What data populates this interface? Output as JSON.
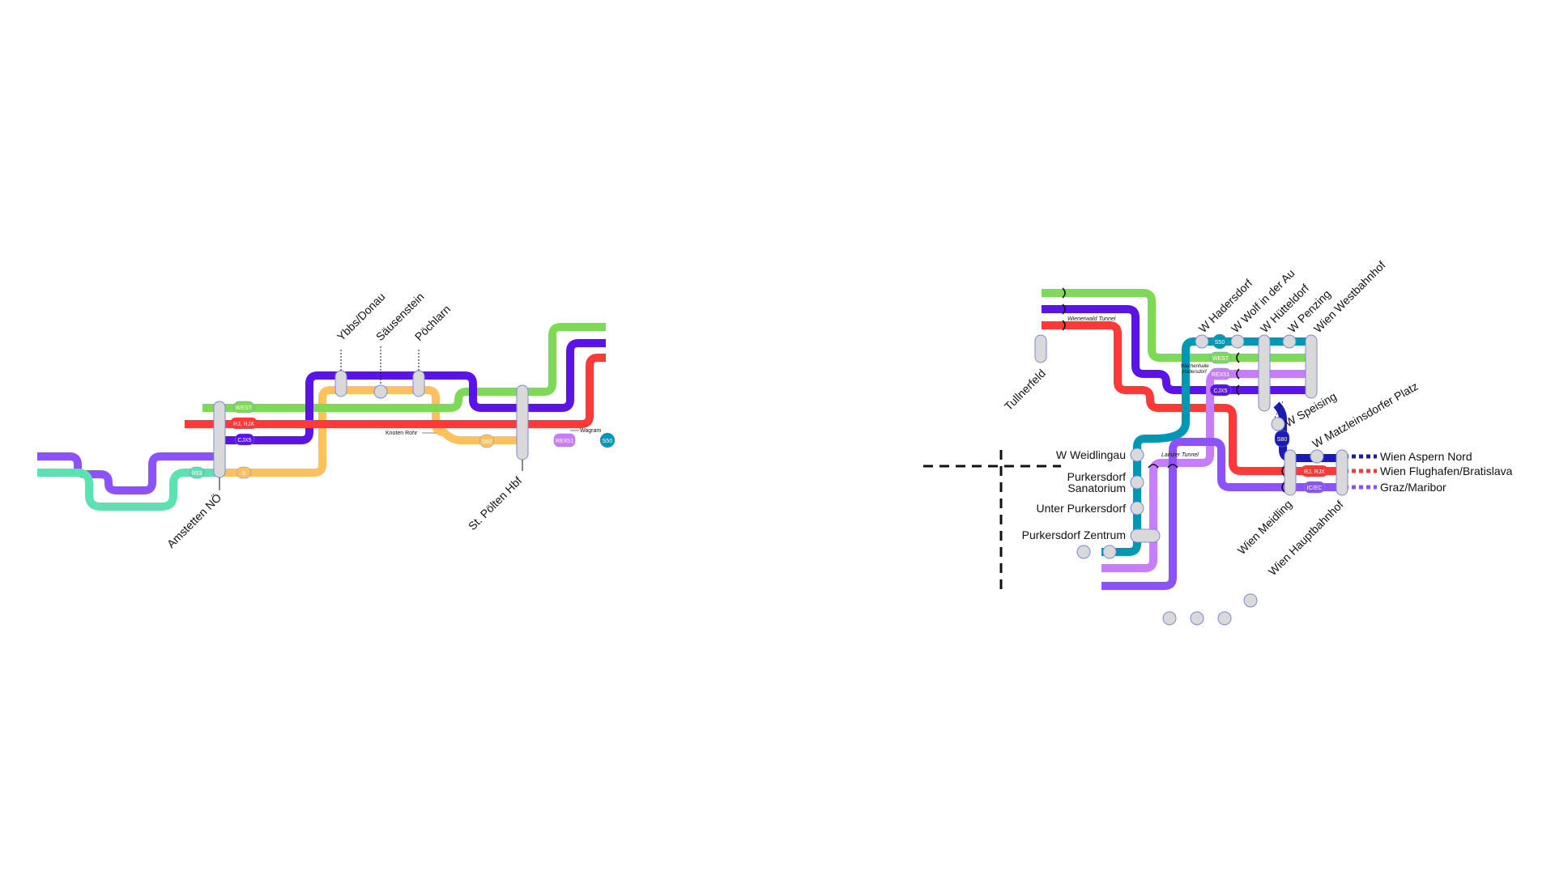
{
  "colors": {
    "west": "#7ed957",
    "cjx": "#5b14e8",
    "rj": "#ff3838",
    "rex": "#c77dff",
    "orange": "#ffc15e",
    "teal": "#0097b2",
    "mint": "#5ce1b0",
    "purple": "#8c52ff",
    "s80": "#1b1bb3",
    "station_fill": "#d9d9d9",
    "station_stroke": "#7b8ad6"
  },
  "left_map": {
    "stations": {
      "amstetten": "Amstetten NÖ",
      "ybbs": "Ybbs/Donau",
      "saeusenstein": "Säusenstein",
      "poechlarn": "Pöchlarn",
      "st_poelten": "St. Pölten Hbf"
    },
    "labels": {
      "knoten_rohr": "Knoten Rohr",
      "wagram": "Wagram"
    },
    "badges": {
      "west": "WEST",
      "rj": "RJ, RJX",
      "cjx": "CJX5",
      "r53": "R53",
      "s": "S",
      "s60": "S60",
      "rex51": "REX51",
      "s50": "S50"
    }
  },
  "right_map": {
    "stations": {
      "tullnerfeld": "Tullnerfeld",
      "hadersdorf": "W Hadersdorf",
      "wolf": "W Wolf in der Au",
      "huetteldorf": "W Hütteldorf",
      "penzing": "W Penzing",
      "westbahnhof": "Wien Westbahnhof",
      "speising": "W Speising",
      "matzleinsdorf": "W Matzleinsdorfer Platz",
      "weidlingau": "W Weidlingau",
      "purkersdorf_sanatorium_1": "Purkersdorf",
      "purkersdorf_sanatorium_2": "Sanatorium",
      "unter_purkersdorf": "Unter Purkersdorf",
      "purkersdorf_zentrum": "Purkersdorf Zentrum",
      "meidling": "Wien Meidling",
      "hauptbahnhof": "Wien Hauptbahnhof"
    },
    "labels": {
      "wienerwald_tunnel": "Wienerwald Tunnel",
      "lainzer_tunnel": "Lainzer Tunnel",
      "wienerwald_south_1": "Wachenhalle",
      "wienerwald_south_2": "Hadersdorf"
    },
    "badges": {
      "s50": "S50",
      "west": "WEST",
      "rex51": "REX51",
      "cjx": "CJX5",
      "s80": "S80",
      "rj": "RJ, RJX",
      "icec": "IC/EC"
    },
    "destinations": {
      "aspern": "Wien Aspern Nord",
      "flughafen": "Wien Flughafen/Bratislava",
      "graz": "Graz/Maribor"
    }
  }
}
